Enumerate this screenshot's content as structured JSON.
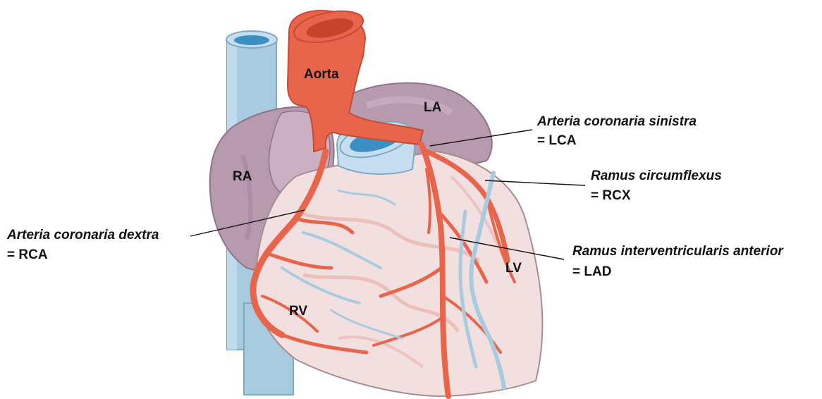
{
  "diagram": {
    "structures": {
      "aorta": "Aorta",
      "la": "LA",
      "ra": "RA",
      "lv": "LV",
      "rv": "RV"
    },
    "callouts": {
      "lca": {
        "name": "Arteria coronaria sinistra",
        "abbr": "= LCA"
      },
      "rcx": {
        "name": "Ramus circumflexus",
        "abbr": "= RCX"
      },
      "rca": {
        "name": "Arteria coronaria dextra",
        "abbr": "= RCA"
      },
      "lad": {
        "name": "Ramus interventricularis anterior",
        "abbr": "= LAD"
      }
    }
  },
  "colors": {
    "artery": "#e8644a",
    "artery_dark": "#c84a32",
    "vein": "#a9cbe0",
    "vein_dark": "#3a8fc4",
    "atrium": "#b89aaf",
    "atrium_light": "#cbb0c3",
    "ventricle": "#f2dfe0",
    "ventricle_edge": "#a78d92"
  }
}
